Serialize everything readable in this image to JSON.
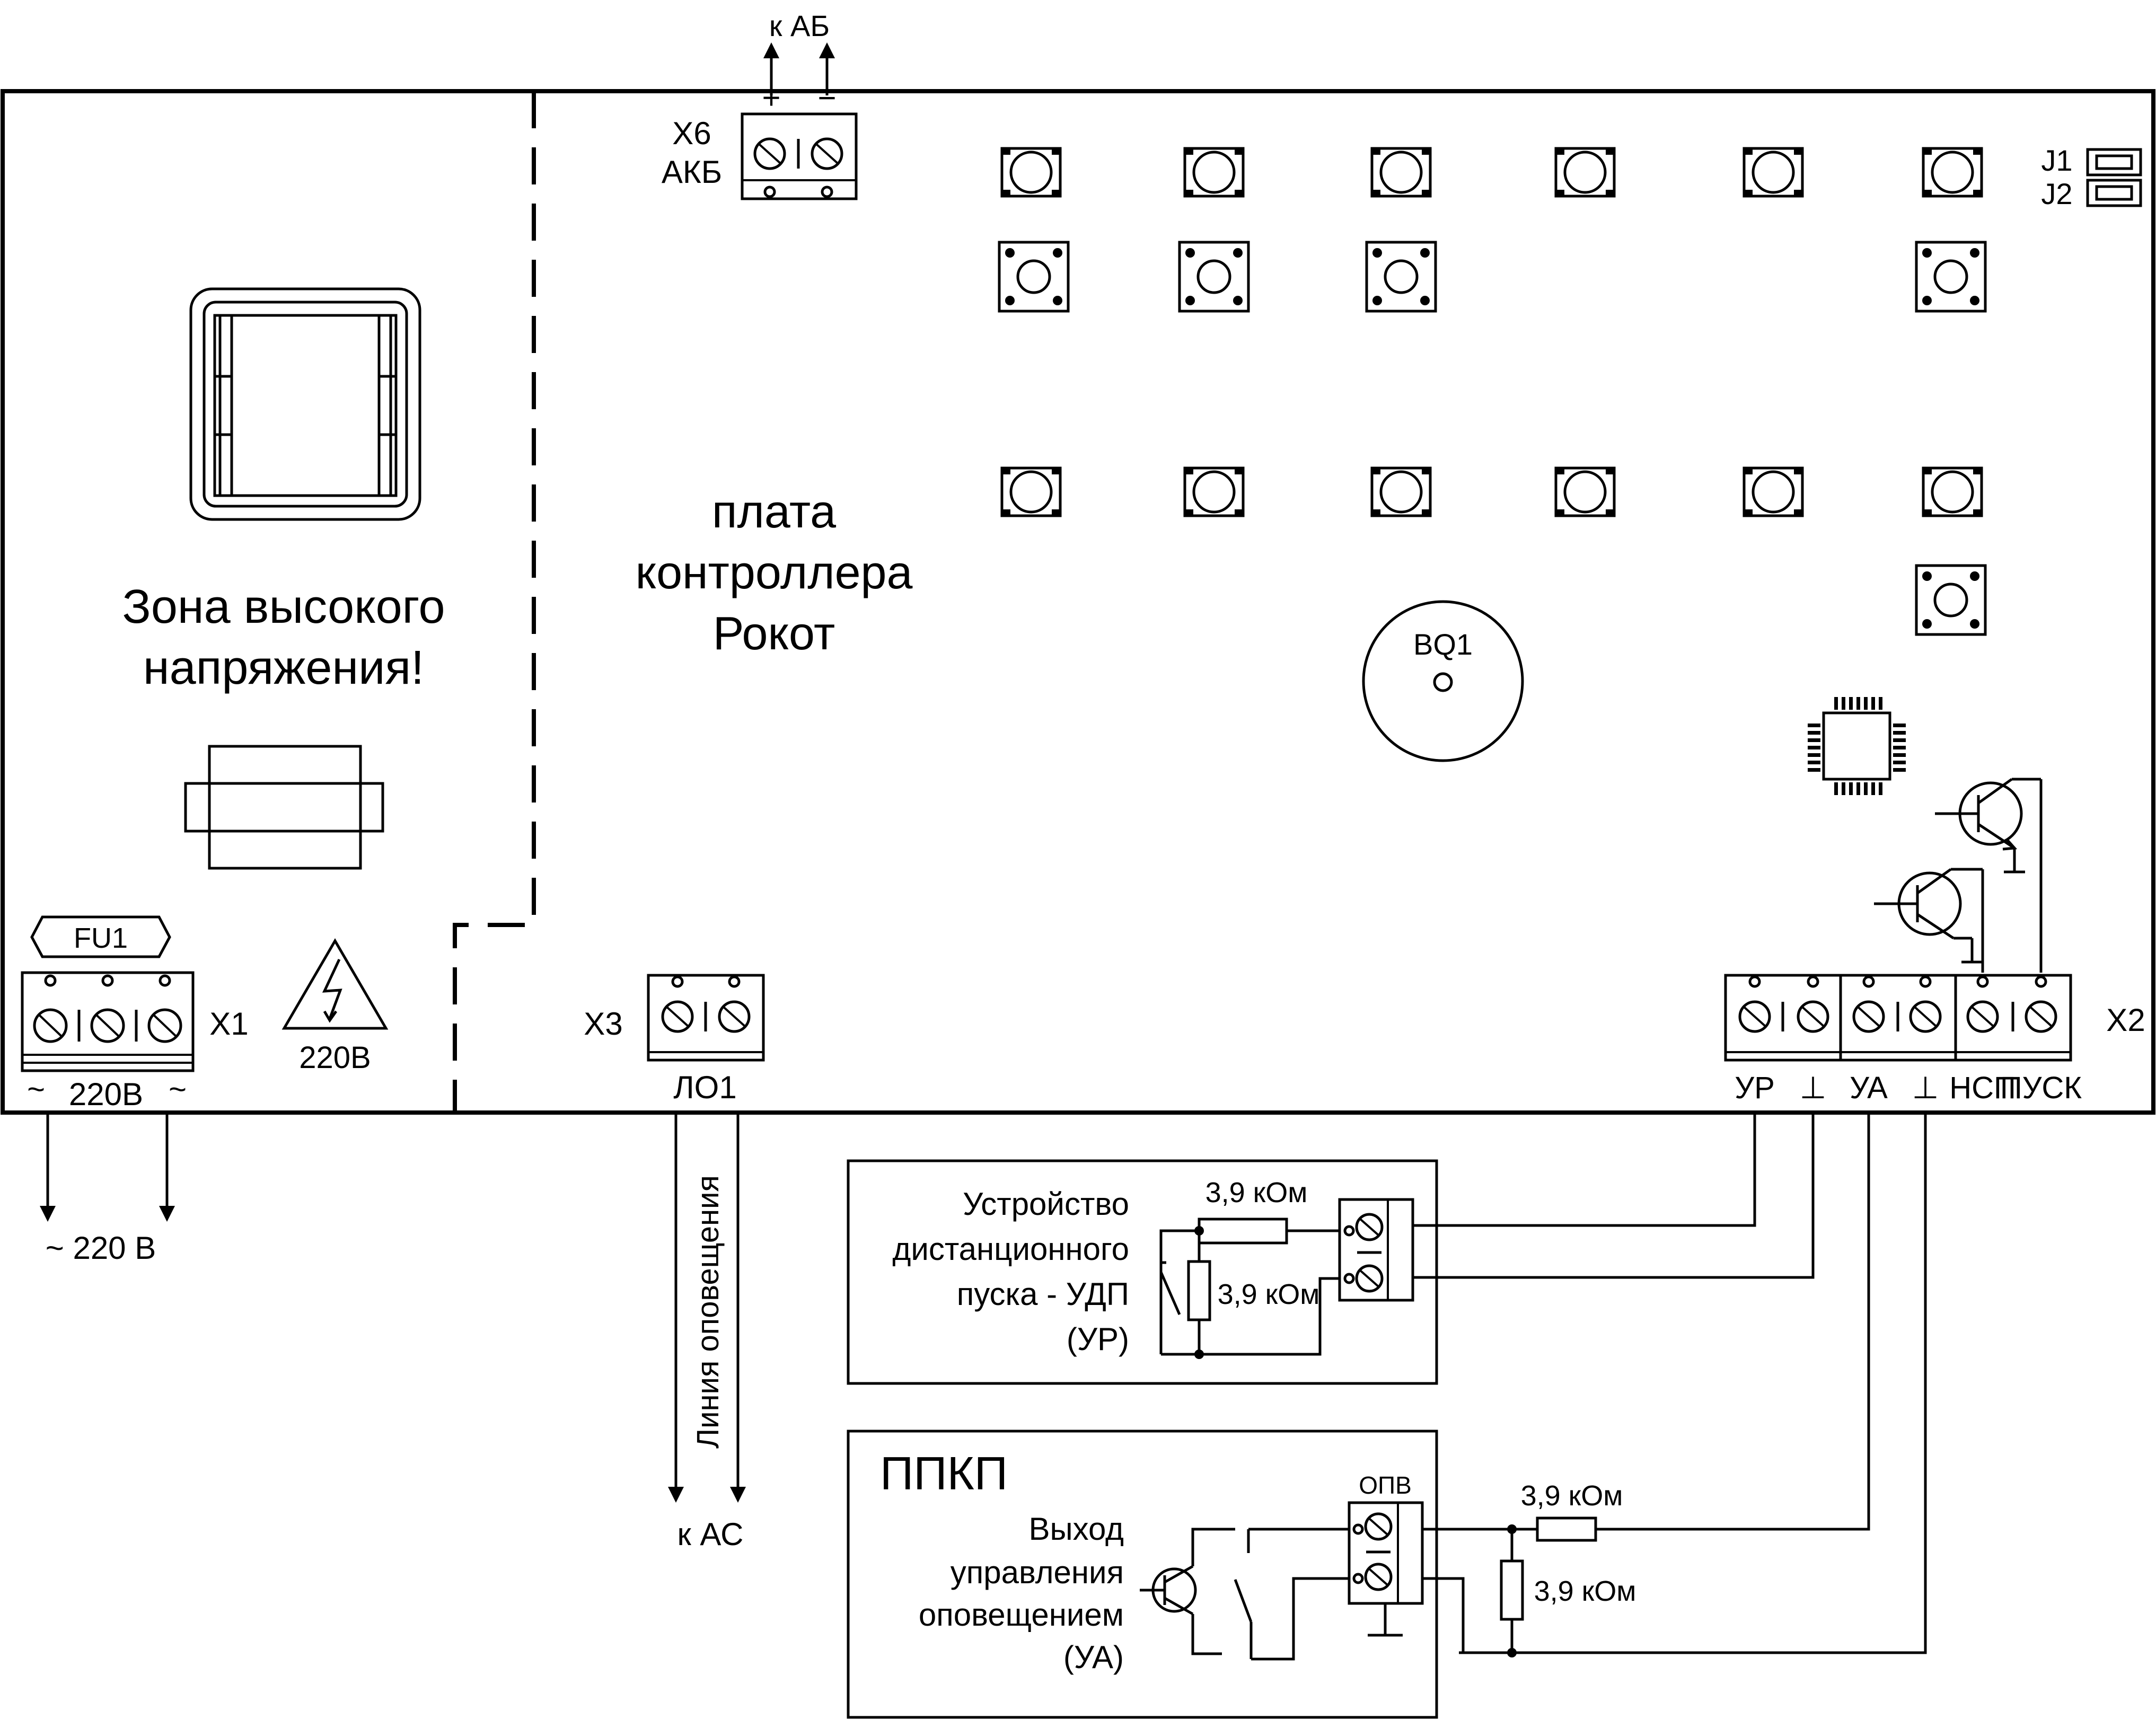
{
  "labels": {
    "to_battery": "к АБ",
    "plus": "+",
    "minus": "−",
    "x6": "X6",
    "akb": "АКБ",
    "j1": "J1",
    "j2": "J2",
    "high_voltage_line1": "Зона высокого",
    "high_voltage_line2": "напряжения!",
    "board_line1": "плата",
    "board_line2": "контроллера",
    "board_line3": "Рокот",
    "bq1": "BQ1",
    "fu1": "FU1",
    "x1": "X1",
    "x1_bottom_left": "~",
    "x1_bottom_mid": "220В",
    "x1_bottom_right": "~",
    "hazard_voltage": "220В",
    "mains": "~ 220 В",
    "x3": "X3",
    "lo1": "ЛО1",
    "warning_line": "Линия оповещения",
    "to_as": "к АС",
    "x2": "X2",
    "x2_pins": [
      "УР",
      "⊥",
      "УА",
      "⊥",
      "НСП",
      "ПУСК"
    ],
    "udp_line1": "Устройство",
    "udp_line2": "дистанционного",
    "udp_line3": "пуска - УДП",
    "udp_line4": "(УР)",
    "res_udp_1": "3,9 кОм",
    "res_udp_2": "3,9 кОм",
    "ppkp": "ППКП",
    "ppkp_line1": "Выход",
    "ppkp_line2": "управления",
    "ppkp_line3": "оповещением",
    "ppkp_line4": "(УА)",
    "opv": "ОПВ",
    "res_ppkp_1": "3,9 кОм",
    "res_ppkp_2": "3,9 кОм"
  }
}
